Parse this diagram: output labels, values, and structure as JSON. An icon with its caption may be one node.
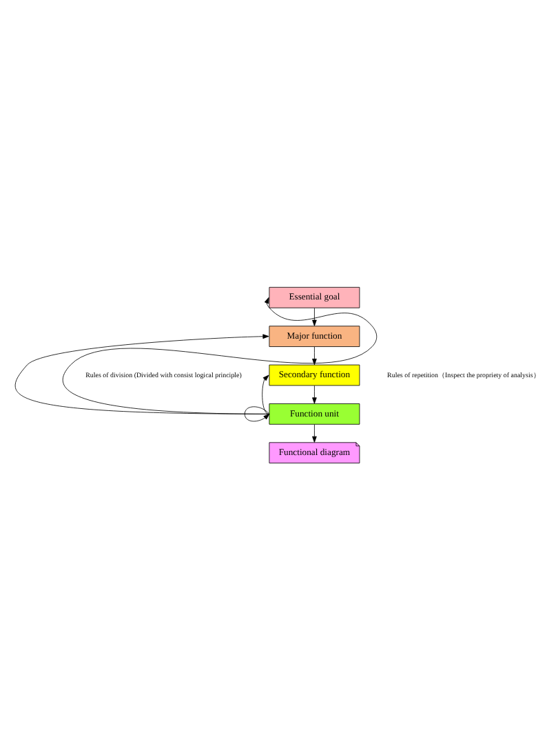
{
  "diagram": {
    "nodes": [
      {
        "text": [
          "Essential goal"
        ]
      },
      {
        "text": [
          "Major function"
        ]
      },
      {
        "text": [
          "Secondary function"
        ]
      },
      {
        "text": [
          "Function unit"
        ]
      },
      {
        "text": [
          "Functional diagram"
        ]
      }
    ],
    "edges": [
      {
        "from": 0,
        "to": 1,
        "arrow": "to"
      },
      {
        "from": 1,
        "to": 2,
        "arrow": "to"
      },
      {
        "from": 2,
        "to": 3,
        "arrow": "to"
      },
      {
        "from": 3,
        "to": 4,
        "arrow": "to"
      },
      {
        "from": 3,
        "to": 0,
        "arrow": "to"
      },
      {
        "from": 3,
        "to": 1,
        "arrow": "to"
      },
      {
        "from": 3,
        "to": 2,
        "arrow": "to"
      },
      {
        "from": 3,
        "to": 3,
        "arrow": "to"
      }
    ],
    "labels": [
      "Rules of division (Divided with consist logical principle)",
      "Rules of repetition（Inspect the propriety of analysis）"
    ]
  }
}
